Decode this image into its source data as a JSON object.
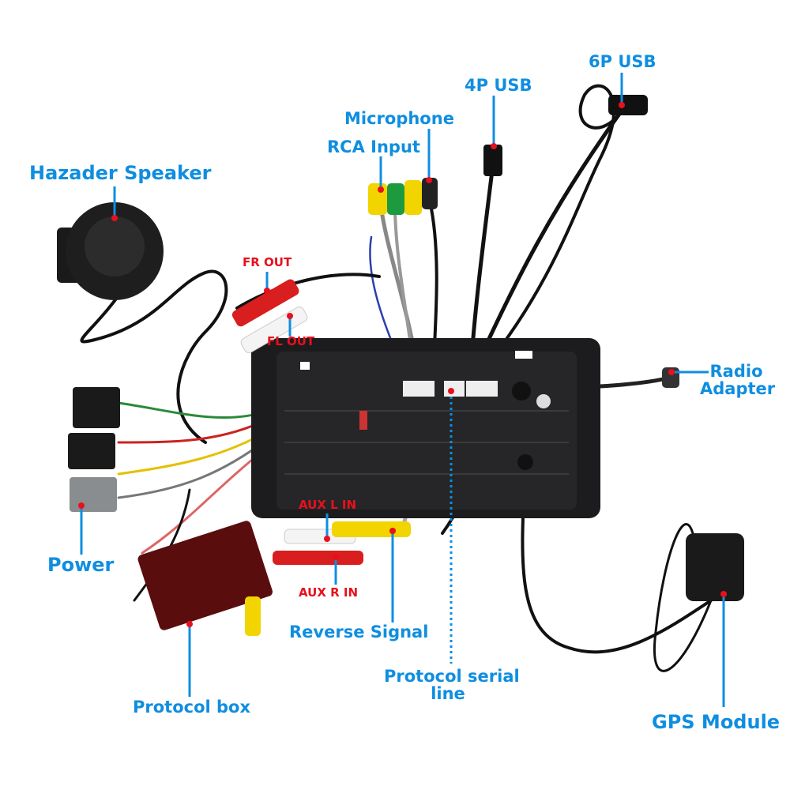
{
  "labels": {
    "hazard_speaker": "Hazader Speaker",
    "rca_input": "RCA Input",
    "microphone": "Microphone",
    "usb_4p": "4P USB",
    "usb_6p": "6P USB",
    "radio_adapter_1": "Radio",
    "radio_adapter_2": "Adapter",
    "power": "Power",
    "protocol_box": "Protocol box",
    "reverse_signal": "Reverse Signal",
    "protocol_serial_1": "Protocol serial",
    "protocol_serial_2": "line",
    "gps_module": "GPS Module",
    "fr_out": "FR OUT",
    "fl_out": "FL OUT",
    "aux_l_in": "AUX L IN",
    "aux_r_in": "AUX R IN"
  },
  "colors": {
    "label_blue": "#0f8ee0",
    "label_red": "#e8101c",
    "leader_dot": "#e8101c",
    "unit_body": "#1c1c1e"
  }
}
